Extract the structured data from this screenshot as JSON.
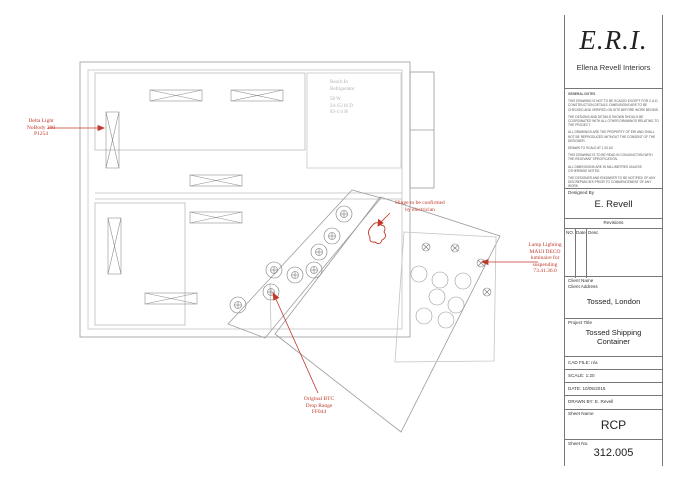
{
  "annotations": {
    "delta_light": [
      "Delta Light",
      "NoBody 200",
      "P1254"
    ],
    "hinge": [
      "Hinge to be confirmed",
      "by electrician"
    ],
    "lamp_lighting": [
      "Lamp Lighting",
      "MAUI DECO",
      "luminaire for",
      "suspending",
      "73.41.36.0"
    ],
    "original_btc": [
      "Original BTC",
      "Drop Range",
      "FF044"
    ],
    "fridge": [
      "Reach In",
      "Refrigerator",
      "",
      "58 W",
      "24-15/16 D",
      "83-1/4 H"
    ]
  },
  "titleblock": {
    "logo": "E.R.I.",
    "company": "Ellena Revell Interiors",
    "general_notes_title": "GENERAL NOTES",
    "notes": [
      "THIS DRAWING IS NOT TO BE SCALED EXCEPT FOR C.A.D. CONSTRUCTION DETAILS. DIMENSIONS ARE TO BE CHECKED AND VERIFIED ON SITE BEFORE WORK BEGINS.",
      "THE DESIGNS AND DETAILS SHOWN SHOULD BE COORDINATED WITH ALL OTHER DRAWINGS RELATING TO THE PROJECT.",
      "ALL DRAWINGS ARE THE PROPERTY OF ERI AND SHALL NOT BE REPRODUCED WITHOUT THE CONSENT OF THE DESIGNER.",
      "DRAWN TO SCALE AT 1:20 A3",
      "THIS DRAWING IS TO BE READ IN CONJUNCTION WITH THE RELEVANT SPECIFICATION.",
      "ALL DIMENSIONS ARE IN MILLIMETRES UNLESS OTHERWISE NOTED.",
      "THE DESIGNER AND ENGINEER TO BE NOTIFIED OF ANY DISCREPANCIES PRIOR TO COMMENCEMENT OF ANY WORK."
    ],
    "designed_by_label": "Designed By",
    "designed_by": "E. Revell",
    "revisions_label": "Revisions",
    "rev_headers": [
      "NO.",
      "Date",
      "Desc"
    ],
    "client_label": "Client Name\nClient Address",
    "client": "Tossed, London",
    "project_label": "Project Title",
    "project": "Tossed Shipping\nContainer",
    "cad_file": "CAD FILE:  n/a",
    "scale": "SCALE:  1:20",
    "date": "DATE:  10/05/2015",
    "drawn_by": "DRAWN BY:  E. Revell",
    "sheet_name_label": "Sheet Name",
    "sheet_name": "RCP",
    "sheet_no_label": "Sheet No.",
    "sheet_no": "312.005"
  }
}
